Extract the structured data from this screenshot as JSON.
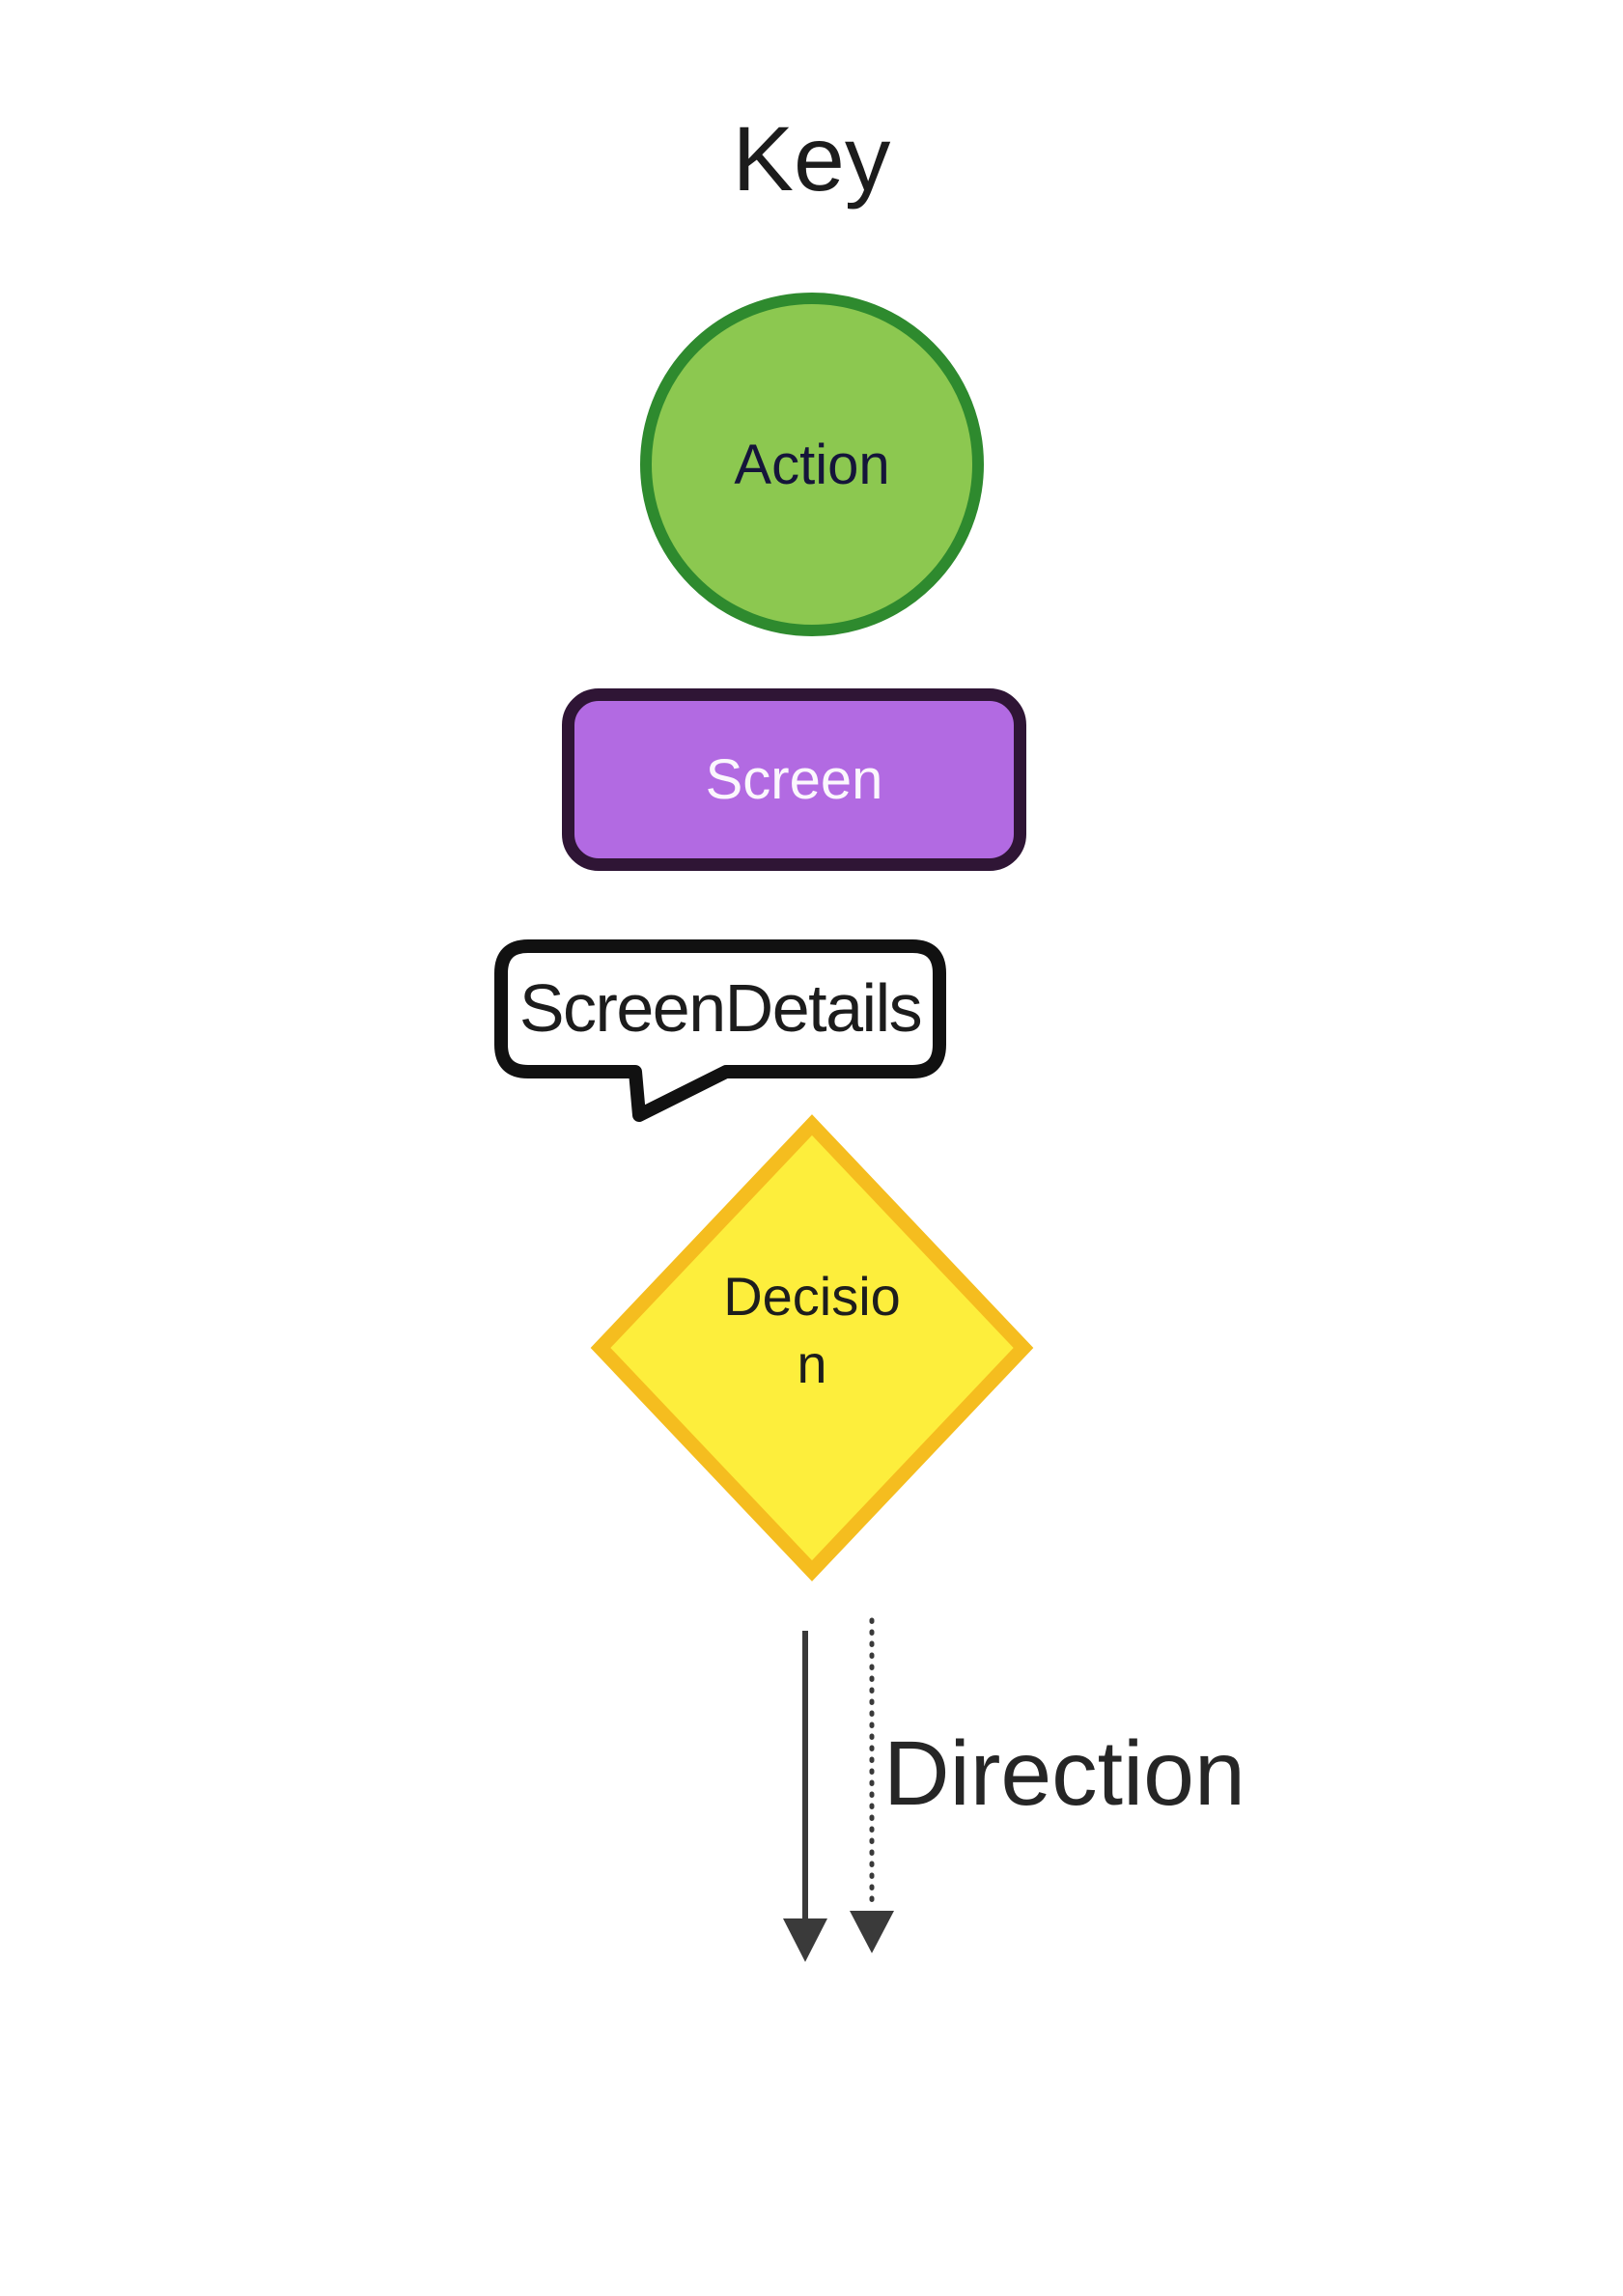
{
  "title": "Key",
  "legend": {
    "action": {
      "label": "Action",
      "shape": "circle",
      "fill": "#8cc850",
      "border": "#2e8a2e",
      "text_color": "#15153a"
    },
    "screen": {
      "label": "Screen",
      "shape": "rounded-rectangle",
      "fill": "#b26ae2",
      "border": "#2f1535",
      "text_color": "#fbf7fd"
    },
    "screen_details": {
      "label": "ScreenDetails",
      "shape": "speech-bubble",
      "fill": "#ffffff",
      "border": "#111111",
      "text_color": "#1c1c1c"
    },
    "decision": {
      "label": "Decision",
      "label_lines": [
        "Decisio",
        "n"
      ],
      "shape": "diamond",
      "fill": "#fdee3c",
      "border": "#f5bd1f",
      "text_color": "#1d1d1d"
    },
    "direction": {
      "label": "Direction",
      "arrow_color": "#3a3a3a",
      "line_styles": [
        "solid",
        "dotted"
      ],
      "text_color": "#262626"
    }
  }
}
